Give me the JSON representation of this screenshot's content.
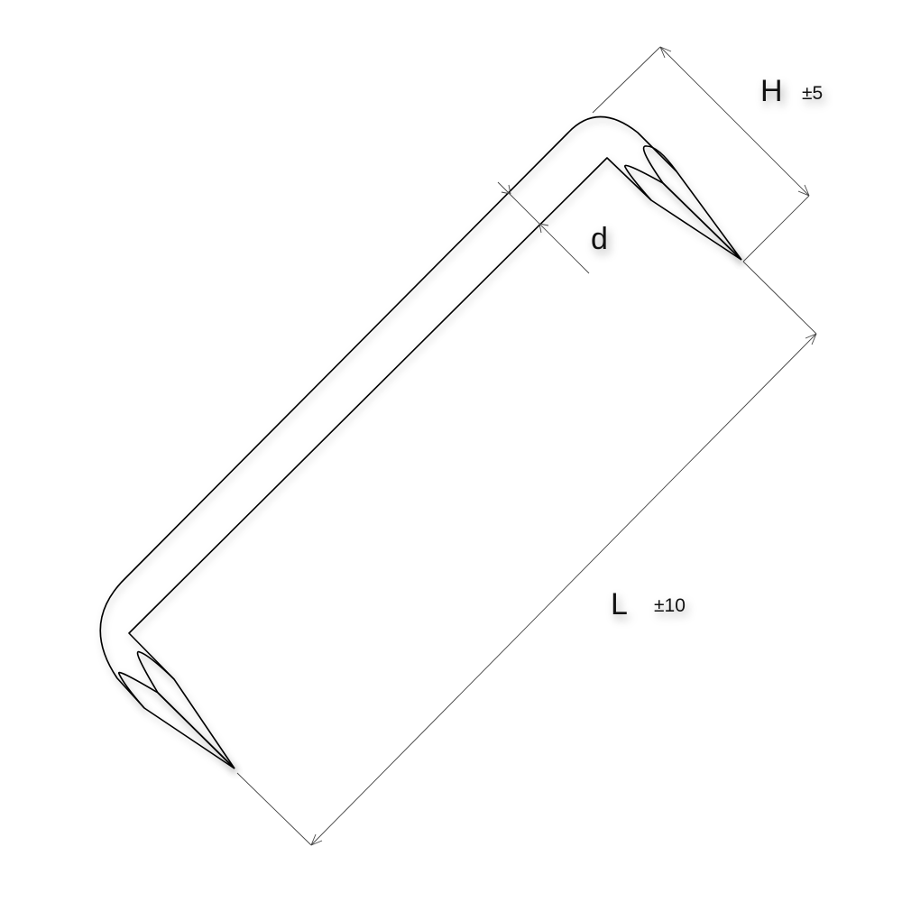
{
  "diagram": {
    "subject": "staple",
    "dimensions": [
      {
        "symbol": "H",
        "tolerance": "±5"
      },
      {
        "symbol": "d"
      },
      {
        "symbol": "L",
        "tolerance": "±10"
      }
    ]
  },
  "colors": {
    "line": "#000000",
    "dimension": "#444444",
    "background": "#ffffff"
  }
}
